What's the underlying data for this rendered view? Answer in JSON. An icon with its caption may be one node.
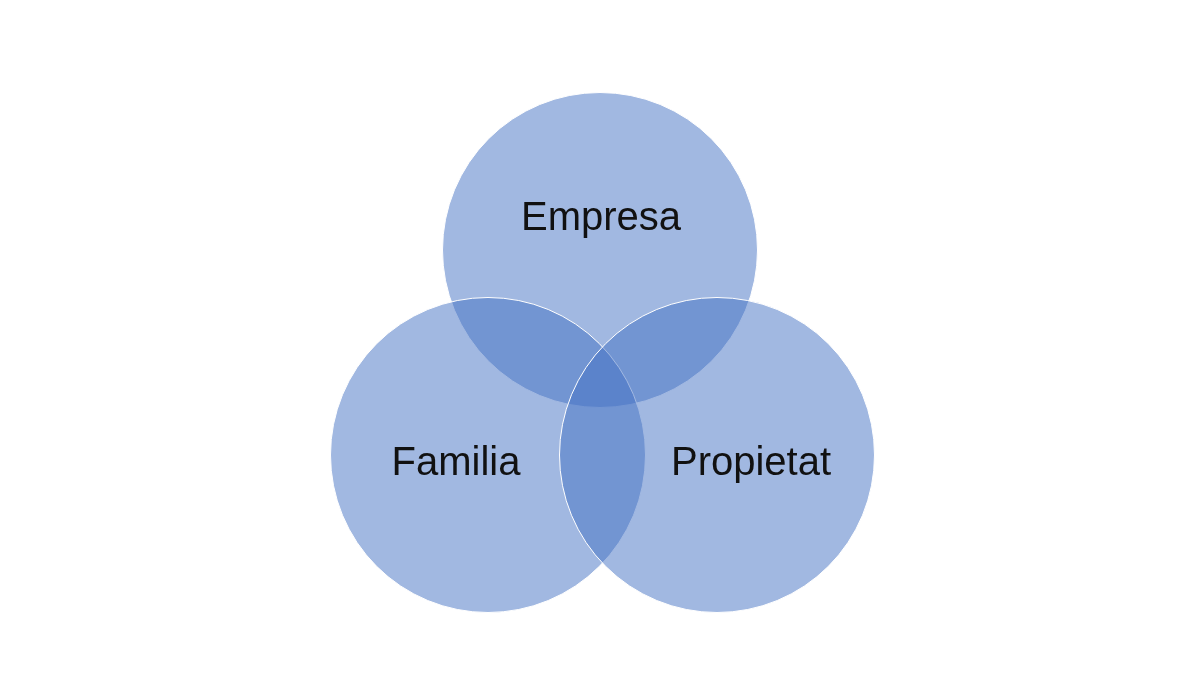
{
  "diagram": {
    "nodes": [
      {
        "text": [
          "Empresa"
        ]
      },
      {
        "text": [
          "Familia"
        ]
      },
      {
        "text": [
          "Propietat"
        ]
      }
    ]
  }
}
